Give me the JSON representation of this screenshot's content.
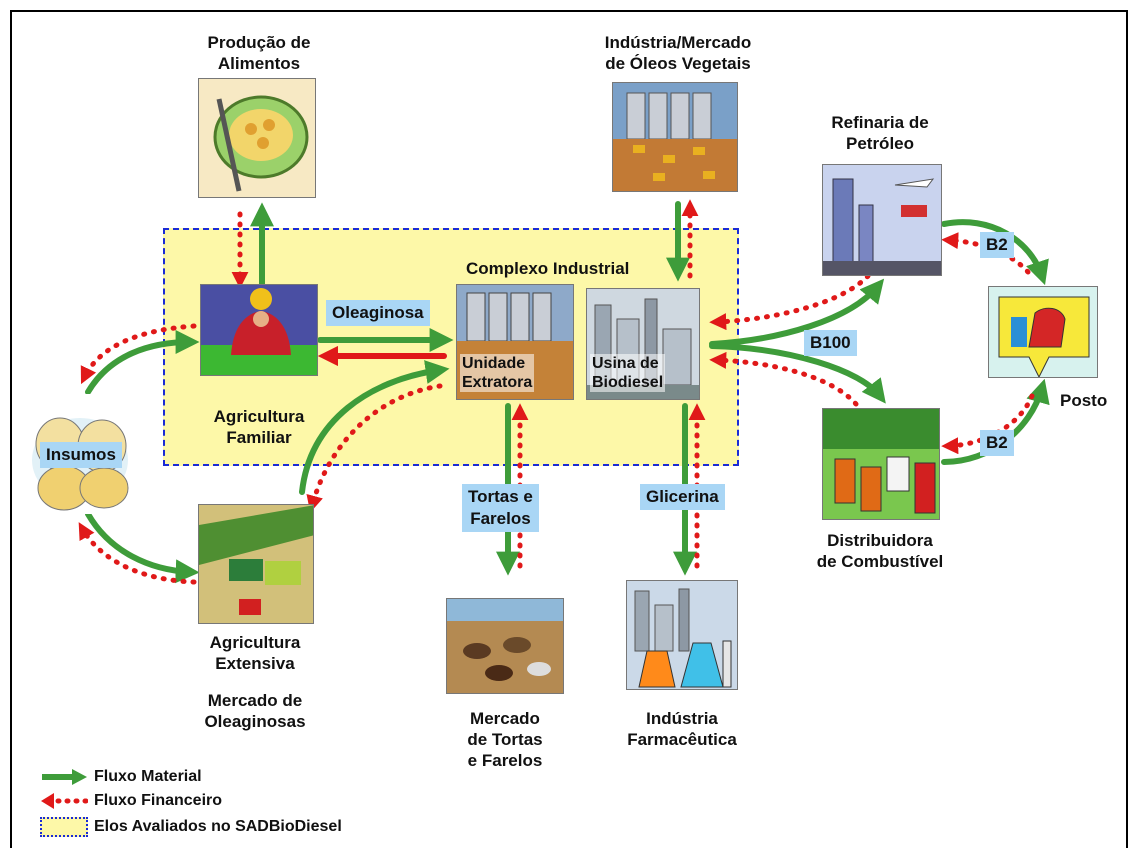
{
  "nodes": {
    "producao": "Produção de\nAlimentos",
    "industria_oleos": "Indústria/Mercado\nde Óleos Vegetais",
    "refinaria": "Refinaria de\nPetróleo",
    "complexo": "Complexo Industrial",
    "agricultura_familiar": "Agricultura\nFamiliar",
    "unidade_extratora": "Unidade\nExtratora",
    "usina": "Usina de\nBiodiesel",
    "insumos": "Insumos",
    "agricultura_extensiva": "Agricultura\nExtensiva",
    "mercado_oleaginosas": "Mercado de\nOleaginosas",
    "mercado_tortas": "Mercado\nde Tortas\ne Farelos",
    "industria_farmaceutica": "Indústria\nFarmacêutica",
    "distribuidora": "Distribuidora\nde Combustível",
    "posto": "Posto"
  },
  "tags": {
    "oleaginosa": "Oleaginosa",
    "b100": "B100",
    "b2_top": "B2",
    "b2_bottom": "B2",
    "tortas": "Tortas e\nFarelos",
    "glicerina": "Glicerina"
  },
  "legend": {
    "material": "Fluxo Material",
    "financeiro": "Fluxo Financeiro",
    "elos": "Elos Avaliados no SADBioDiesel"
  },
  "colors": {
    "material": "#3e9c3a",
    "financeiro": "#e01919",
    "zone_fill": "#fdf8a8",
    "zone_border": "#1a2bd6",
    "tag": "#a9d6f5"
  }
}
